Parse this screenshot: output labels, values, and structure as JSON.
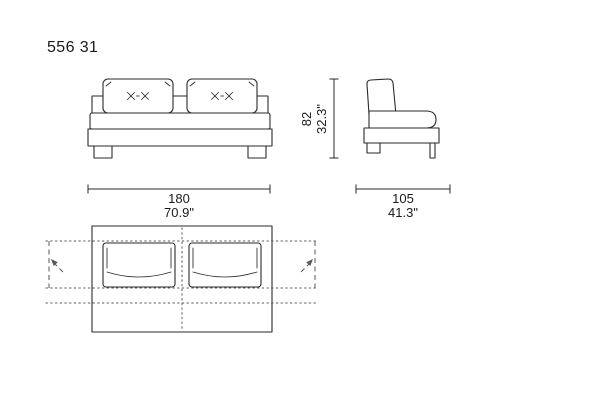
{
  "title": "556 31",
  "dimensions": {
    "width_cm": "180",
    "width_in": "70.9\"",
    "depth_cm": "105",
    "depth_in": "41.3\"",
    "height_cm": "82",
    "height_in": "32.3\""
  },
  "colors": {
    "background": "#ffffff",
    "line": "#2a2a2a",
    "ink": "#1a1a1a",
    "guide": "#5a5a5a"
  }
}
